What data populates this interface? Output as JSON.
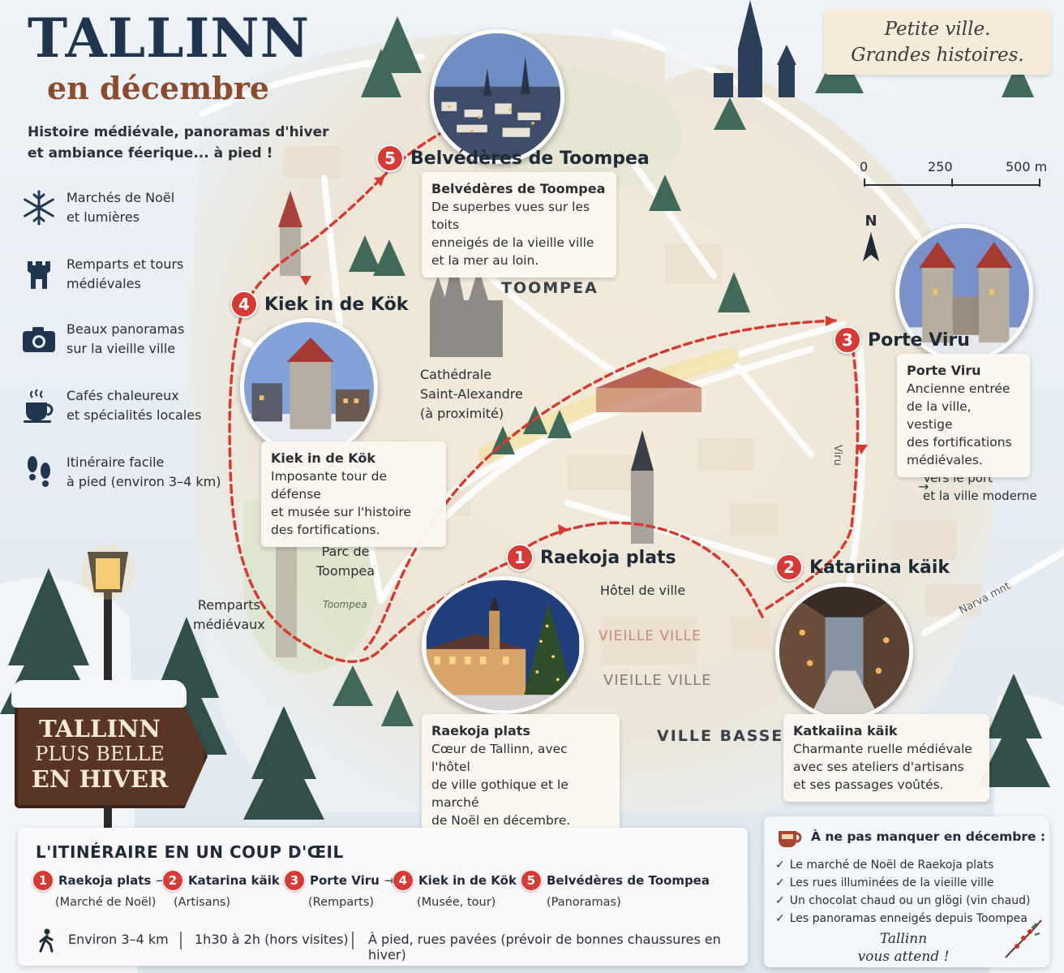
{
  "header": {
    "title": "TALLINN",
    "subtitle": "en décembre",
    "intro": "Histoire médiévale, panoramas d'hiver et ambiance féerique... à pied !"
  },
  "tagline": "Petite ville.\nGrandes histoires.",
  "features": [
    {
      "icon": "snowflake-icon",
      "text": "Marchés de Noël\net lumières"
    },
    {
      "icon": "tower-icon",
      "text": "Remparts et tours\nmédiévales"
    },
    {
      "icon": "camera-icon",
      "text": "Beaux panoramas\nsur la vieille ville"
    },
    {
      "icon": "coffee-cup-icon",
      "text": "Cafés chaleureux\net spécialités locales"
    },
    {
      "icon": "footprints-icon",
      "text": "Itinéraire facile\nà pied (environ 3–4 km)"
    }
  ],
  "scale": {
    "l0": "0",
    "l1": "250",
    "l2": "500 m"
  },
  "compass": "N",
  "stops": [
    {
      "num": "1",
      "title": "Raekoja plats",
      "card_title": "Raekoja plats",
      "card_body": "Cœur de Tallinn, avec l'hôtel\nde ville gothique et le marché\nde Noël en décembre."
    },
    {
      "num": "2",
      "title": "Katariina käik",
      "card_title": "Katkaiina käik",
      "card_body": "Charmante ruelle médiévale\navec ses ateliers d'artisans\net ses passages voûtés."
    },
    {
      "num": "3",
      "title": "Porte Viru",
      "card_title": "Porte Viru",
      "card_body": "Ancienne entrée\nde la ville, vestige\ndes fortifications\nmédiévales."
    },
    {
      "num": "4",
      "title": "Kiek in de Kök",
      "card_title": "Kiek in de Kök",
      "card_body": "Imposante tour de défense\net musée sur l'histoire\ndes fortifications."
    },
    {
      "num": "5",
      "title": "Belvédères de Toompea",
      "card_title": "Belvédères de Toompea",
      "card_body": "De superbes vues sur les toits\nenneigés de la vieille ville\net la mer au loin."
    }
  ],
  "map_labels": {
    "toompea": "TOOMPEA",
    "cathedral": "Cathédrale\nSaint-Alexandre\n(à proximité)",
    "park": "Parc de\nToompea",
    "walls": "Remparts\nmédiévaux",
    "town_hall": "Hôtel de ville",
    "old_town_1": "VIEILLE VILLE",
    "old_town_2": "VIEILLE VILLE",
    "lower_town": "VILLE BASSE",
    "port": "Vers le port\net la ville moderne",
    "street_viru": "Viru",
    "street_narva": "Narva mnt",
    "park_small": "Toompea"
  },
  "sign": {
    "l1": "TALLINN",
    "l2": "PLUS BELLE",
    "l3": "EN HIVER"
  },
  "route_panel": {
    "heading": "L'ITINÉRAIRE EN UN COUP D'ŒIL",
    "arrow": "→",
    "steps": [
      {
        "num": "1",
        "name": "Raekoja plats",
        "note": "(Marché de Noël)"
      },
      {
        "num": "2",
        "name": "Katarina käik",
        "note": "(Artisans)"
      },
      {
        "num": "3",
        "name": "Porte Viru",
        "note": "(Remparts)"
      },
      {
        "num": "4",
        "name": "Kiek in de Kök",
        "note": "(Musée, tour)"
      },
      {
        "num": "5",
        "name": "Belvédères de Toompea",
        "note": "(Panoramas)"
      }
    ],
    "distance": "Environ 3–4 km",
    "duration": "1h30 à 2h (hors visites)",
    "mode": "À pied, rues pavées (prévoir de bonnes chaussures en hiver)"
  },
  "december_panel": {
    "heading": "À ne pas manquer en décembre :",
    "check": "✓",
    "items": [
      "Le marché de Noël de Raekoja plats",
      "Les rues illuminées de la vieille ville",
      "Un chocolat chaud ou un glögi (vin chaud)",
      "Les panoramas enneigés depuis Toompea"
    ],
    "signature": "Tallinn\nvous attend !"
  },
  "colors": {
    "route": "#d63a32",
    "title": "#1f3550",
    "subtitle": "#8d4b2d",
    "sign": "#5a3524"
  }
}
